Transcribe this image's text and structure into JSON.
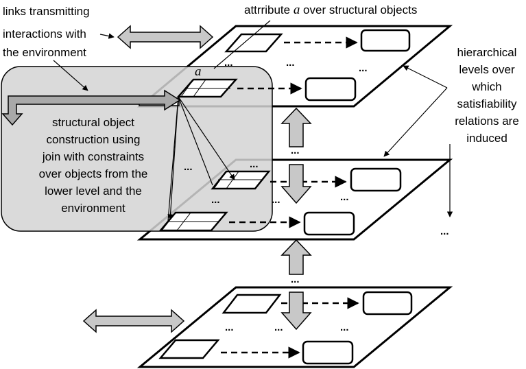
{
  "labels": {
    "top_attribute": "attrribute",
    "top_attribute_var": "a",
    "top_attribute_rest": " over structural objects",
    "links_line1": "links transmitting",
    "links_line2": "interactions with",
    "links_line3": "the environment",
    "hier_line1": "hierarchical",
    "hier_line2": "levels over",
    "hier_line3": "which",
    "hier_line4": "satisfiability",
    "hier_line5": "relations are",
    "hier_line6": "induced",
    "box_line1": "structural object",
    "box_line2": "construction using",
    "box_line3": "join with constraints",
    "box_line4": "over objects from the",
    "box_line5": "lower level and the",
    "box_line6": "environment",
    "attr_marker": "a",
    "ellipsis": "..."
  },
  "colors": {
    "stroke": "#000000",
    "grey_box": "#d3d3d3",
    "grey_arrow": "#c8c8c8",
    "background": "#ffffff"
  }
}
